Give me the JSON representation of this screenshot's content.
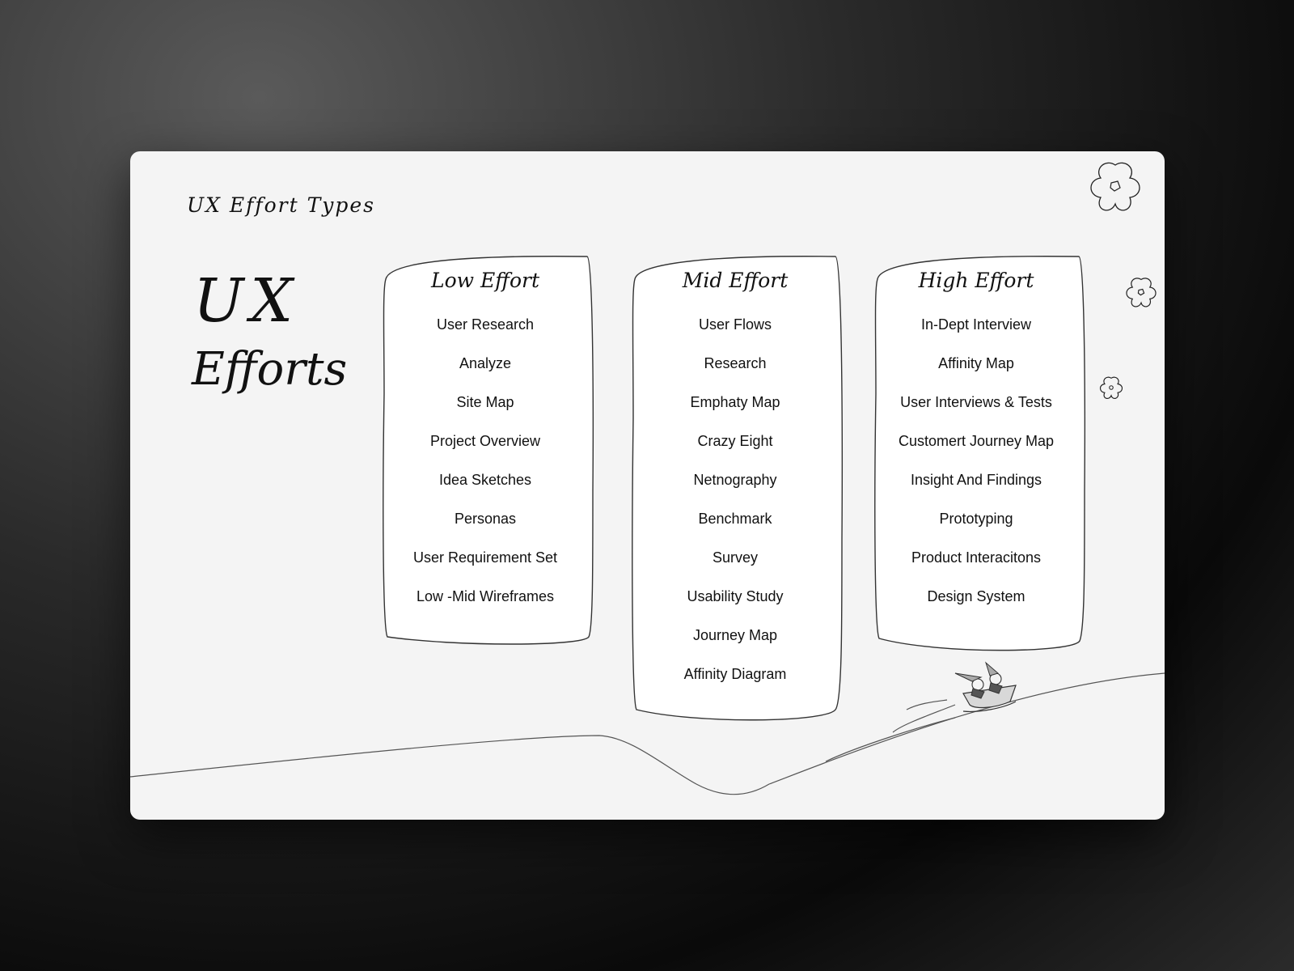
{
  "header": {
    "title": "UX Effort Types"
  },
  "hero": {
    "line1": "UX",
    "line2": "Efforts"
  },
  "columns": {
    "low": {
      "heading": "Low Effort",
      "items": [
        "User Research",
        "Analyze",
        "Site Map",
        "Project Overview",
        "Idea Sketches",
        "Personas",
        "User Requirement Set",
        "Low -Mid Wireframes"
      ]
    },
    "mid": {
      "heading": "Mid Effort",
      "items": [
        "User Flows",
        "Research",
        "Emphaty Map",
        "Crazy Eight",
        "Netnography",
        "Benchmark",
        "Survey",
        "Usability Study",
        "Journey Map",
        "Affinity Diagram"
      ]
    },
    "high": {
      "heading": "High Effort",
      "items": [
        "In-Dept Interview",
        "Affinity Map",
        "User Interviews & Tests",
        "Customert Journey Map",
        "Insight And Findings",
        "Prototyping",
        "Product Interacitons",
        "Design System"
      ]
    }
  },
  "decorations": {
    "icons": [
      "flower-icon",
      "flower-icon",
      "flower-icon",
      "sled-riders-icon"
    ],
    "stroke_color": "#333333",
    "card_color": "#f4f4f4",
    "panel_color": "#ffffff"
  }
}
